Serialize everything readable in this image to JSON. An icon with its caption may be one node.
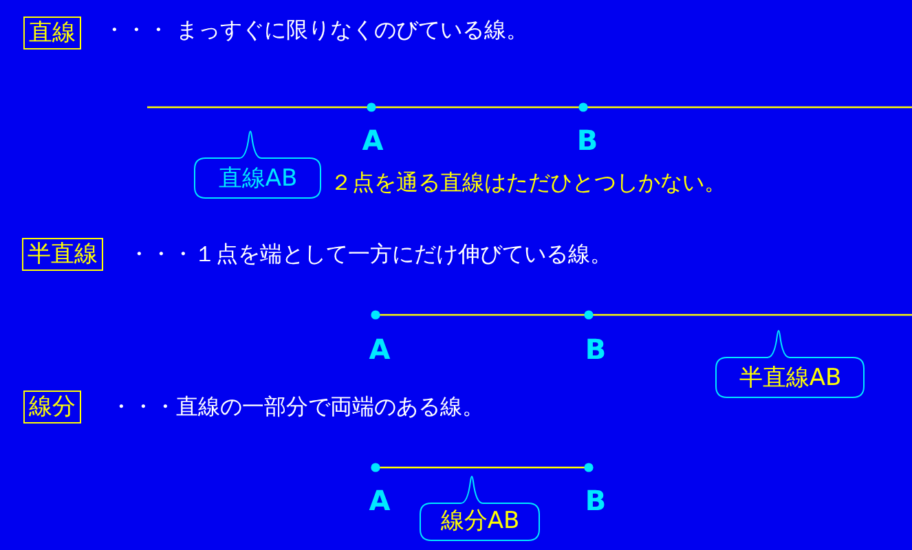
{
  "diagram": {
    "nodes": [
      {
        "text": [
          "直線"
        ],
        "beside": [
          "・・・ まっすぐに限りなくのびている線。"
        ]
      },
      {
        "text": [
          "直線AB"
        ]
      },
      {
        "text": [
          "半直線"
        ],
        "beside": [
          "・・・１点を端として一方にだけ伸びている線。"
        ]
      },
      {
        "text": [
          "半直線AB"
        ]
      },
      {
        "text": [
          "線分"
        ],
        "beside": [
          "・・・直線の一部分で両端のある線。"
        ]
      },
      {
        "text": [
          "線分AB"
        ]
      }
    ],
    "labels": [
      "A",
      "B",
      "２点を通る直線はただひとつしかない。",
      "A",
      "B",
      "A",
      "B"
    ]
  }
}
